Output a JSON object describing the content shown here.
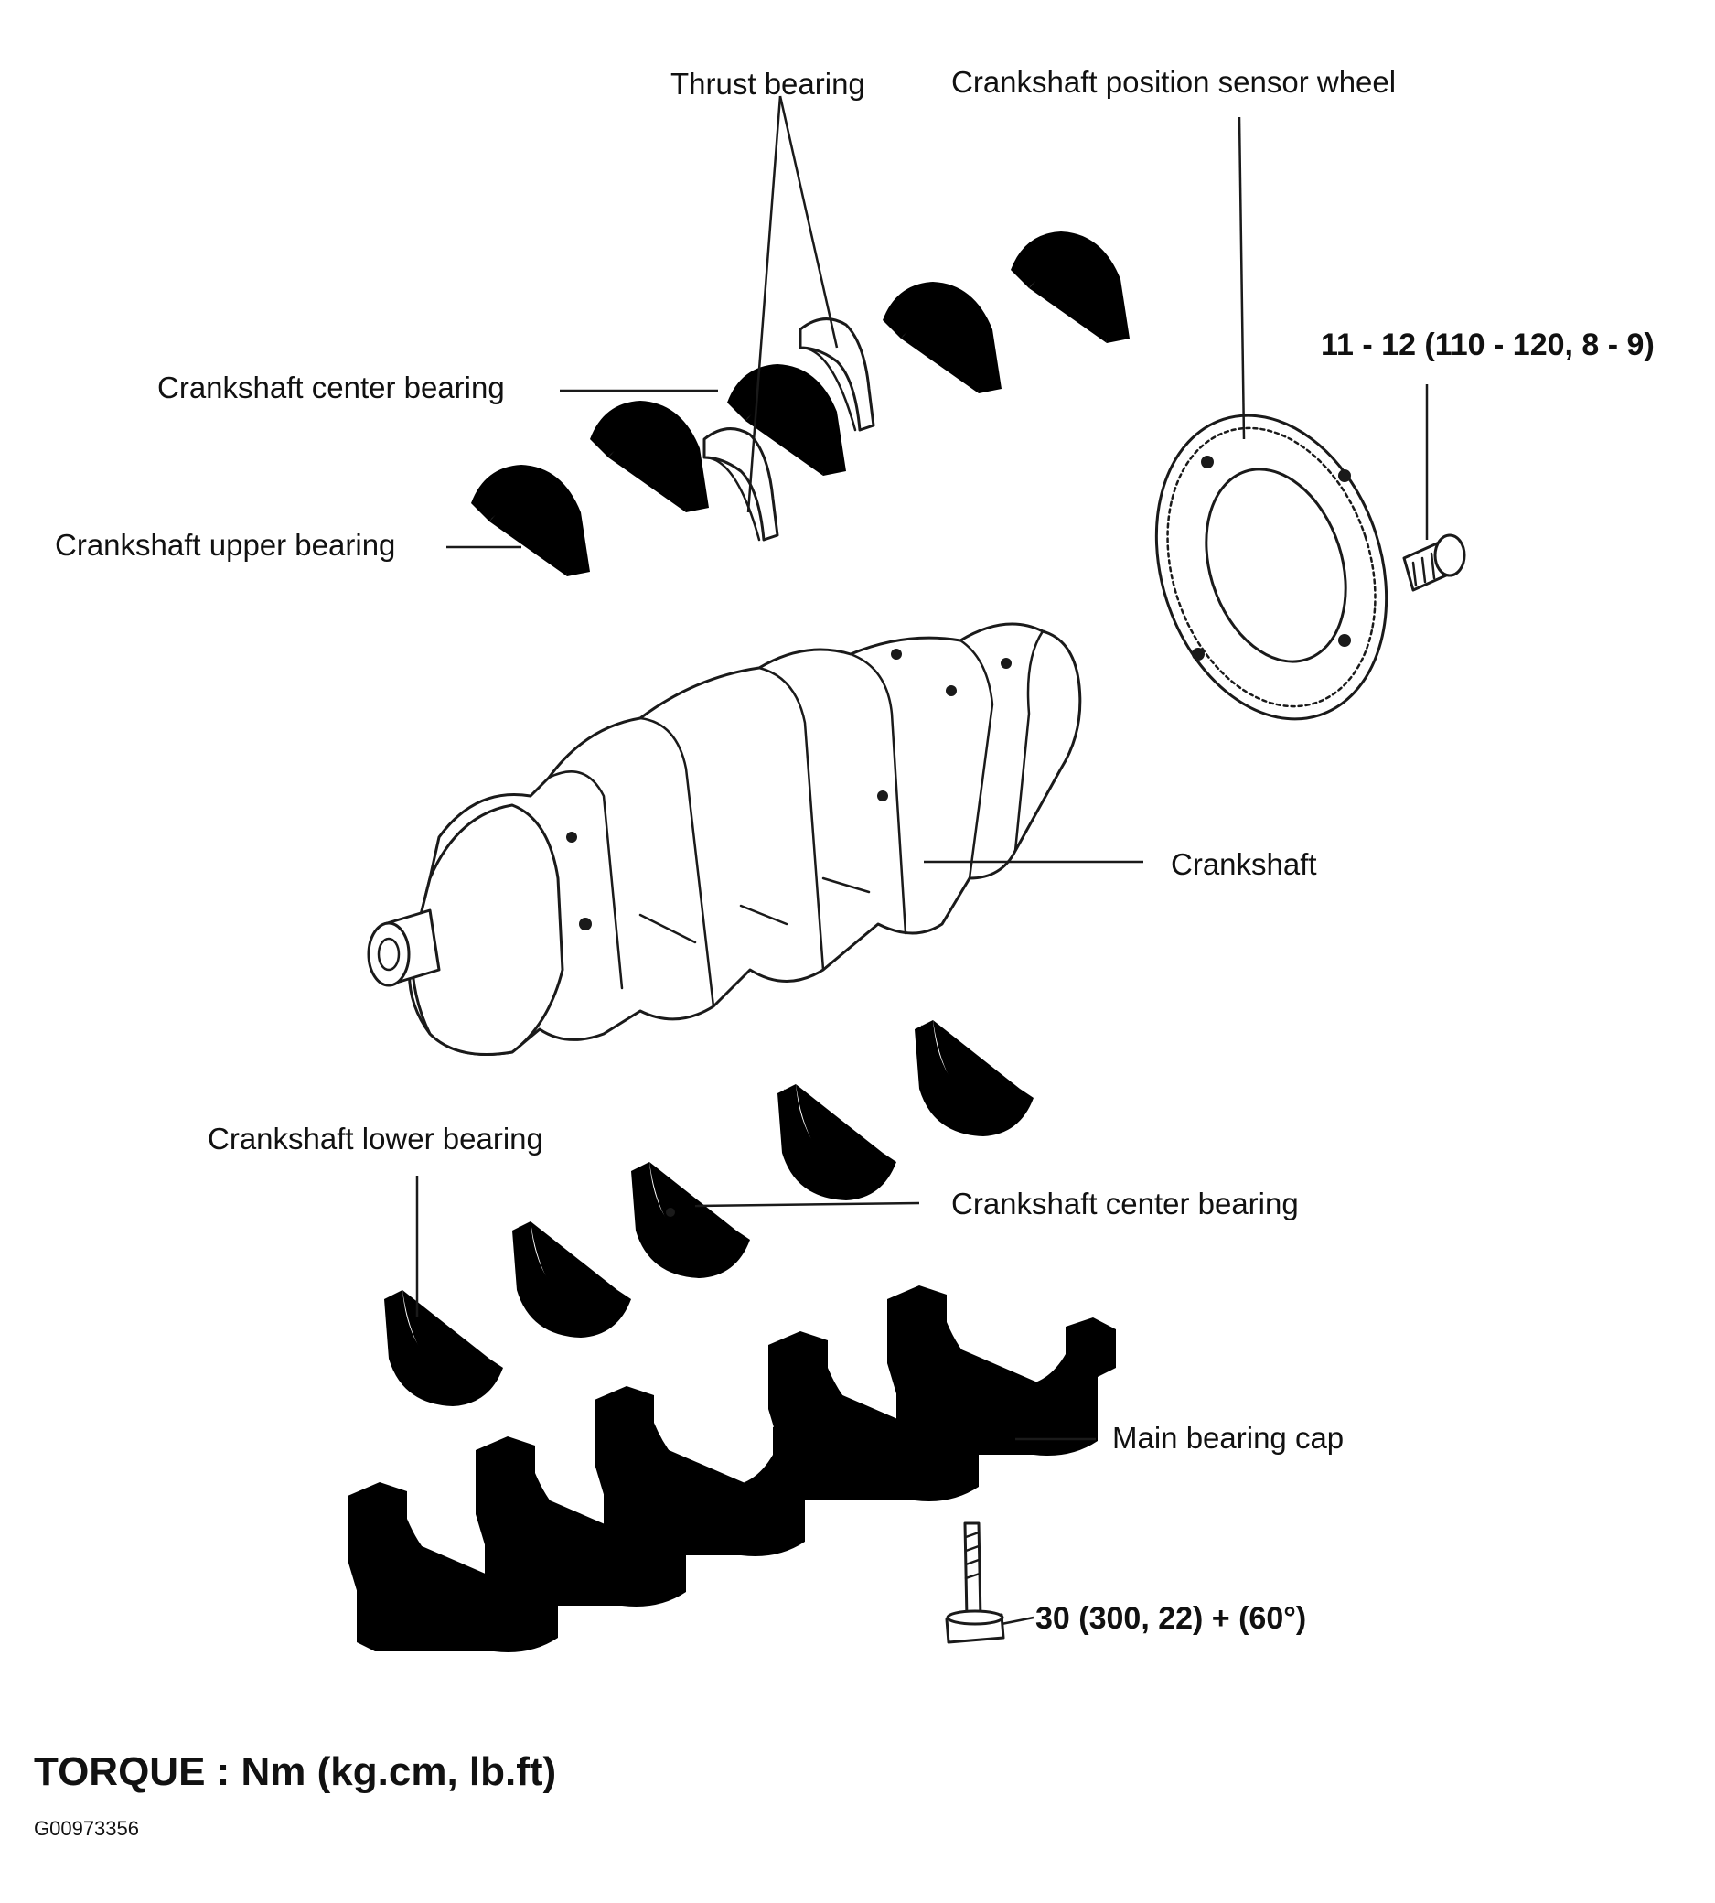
{
  "labels": {
    "thrust_bearing": "Thrust bearing",
    "sensor_wheel": "Crankshaft position sensor wheel",
    "center_bearing_upper": "Crankshaft center bearing",
    "upper_bearing": "Crankshaft upper bearing",
    "crankshaft": "Crankshaft",
    "lower_bearing": "Crankshaft lower bearing",
    "center_bearing_lower": "Crankshaft center bearing",
    "main_bearing_cap": "Main bearing cap"
  },
  "torque": {
    "sensor_wheel_bolt": "11 - 12 (110 - 120, 8 - 9)",
    "cap_bolt": "30 (300, 22) + (60°)"
  },
  "legend": "TORQUE : Nm (kg.cm, lb.ft)",
  "figure_code": "G00973356",
  "colors": {
    "line": "#1a1a1a",
    "paper": "#ffffff"
  }
}
